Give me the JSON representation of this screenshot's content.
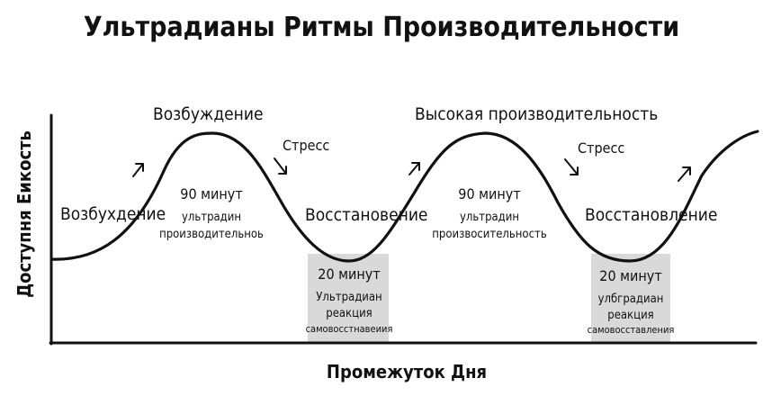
{
  "title": "Ультрадианы Ритмы Производительности",
  "x_axis_label": "Промежуток Дня",
  "y_axis_label": "Доступня Еикость",
  "phases": {
    "start_left": "Возбухдение",
    "first_peak": "Возбуждение",
    "stress_1": "Стресс",
    "recovery_1": "Восстановение",
    "second_peak": "Высокая производительность",
    "stress_2": "Стресс",
    "recovery_2": "Восстановление"
  },
  "peak_notes": [
    {
      "line1": "90 минут",
      "line2": "ультрадин",
      "line3": "производительноь"
    },
    {
      "line1": "90 минут",
      "line2": "ультрадин",
      "line3": "произвосительность"
    }
  ],
  "trough_notes": [
    {
      "line1": "20 минут",
      "line2": "Ультрадиан",
      "line3": "реакция",
      "line4": "самовосстнавеиия"
    },
    {
      "line1": "20 минут",
      "line2": "улбградиан",
      "line3": "реакция",
      "line4": "самовосставления"
    }
  ],
  "colors": {
    "ink": "#111111",
    "trough_fill": "#d9d9d9",
    "background": "#ffffff"
  },
  "icons": [
    "arrow-up-right-icon",
    "arrow-down-right-icon"
  ]
}
